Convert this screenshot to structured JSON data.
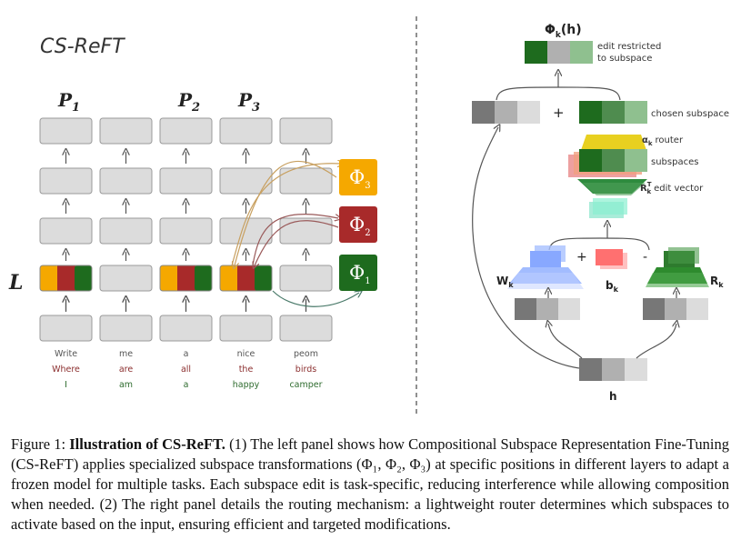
{
  "left_panel": {
    "title": "CS-ReFT",
    "position_labels": [
      {
        "main": "P",
        "sub": "1",
        "col": 0
      },
      {
        "main": "P",
        "sub": "2",
        "col": 2
      },
      {
        "main": "P",
        "sub": "3",
        "col": 3
      }
    ],
    "layer_label": "L",
    "token_rows": [
      {
        "tokens": [
          "Write",
          "me",
          "a",
          "nice",
          "peom"
        ],
        "color": "#555555"
      },
      {
        "tokens": [
          "Where",
          "are",
          "all",
          "the",
          "birds"
        ],
        "color": "#8b2e2e"
      },
      {
        "tokens": [
          "I",
          "am",
          "a",
          "happy",
          "camper"
        ],
        "color": "#2e6b2e"
      }
    ],
    "phi_boxes": [
      {
        "main": "Φ",
        "sub": "3",
        "color": "#f5a800"
      },
      {
        "main": "Φ",
        "sub": "2",
        "color": "#a82a2a"
      },
      {
        "main": "Φ",
        "sub": "1",
        "color": "#1e6b1e"
      }
    ]
  },
  "right_panel": {
    "output_label": "Φ",
    "output_label_sub": "k",
    "output_label_suffix": "(h)",
    "edit_restricted_label": "edit restricted\nto subspace",
    "chosen_subspace_label": "chosen subspace",
    "router_label": "router",
    "router_symbol": "α",
    "router_sub": "k",
    "subspaces_label": "subspaces",
    "edit_vector_label": "edit vector",
    "edit_vector_symbol": "R",
    "edit_vector_sub": "k",
    "edit_vector_sup": "T",
    "plus_sign": "+",
    "plus_sign_2": "+",
    "minus_sign": "-",
    "w_label": "W",
    "w_sub": "k",
    "b_label": "b",
    "b_sub": "k",
    "r_label": "R",
    "r_sub": "k",
    "h_label": "h"
  },
  "caption": {
    "prefix": "Figure 1: ",
    "title": "Illustration of CS-ReFT.",
    "body": " (1) The left panel shows how Compositional Subspace Representation Fine-Tuning (CS-ReFT) applies specialized subspace transformations (Φ₁, Φ₂, Φ₃) at specific positions in different layers to adapt a frozen model for multiple tasks. Each subspace edit is task-specific, reducing interference while allowing composition when needed. (2) The right panel details the routing mechanism: a lightweight router determines which subspaces to activate based on the input, ensuring efficient and targeted modifications."
  },
  "colors": {
    "cell_fill": "#dcdcdc",
    "cell_stroke": "#9a9a9a",
    "orange": "#f5a800",
    "red": "#a82a2a",
    "green": "#1e6b1e",
    "mid_green": "#4f8c4f",
    "light_green": "#8fc08f",
    "gray_dark": "#777777",
    "gray_mid": "#b0b0b0",
    "gray_light": "#dcdcdc"
  }
}
